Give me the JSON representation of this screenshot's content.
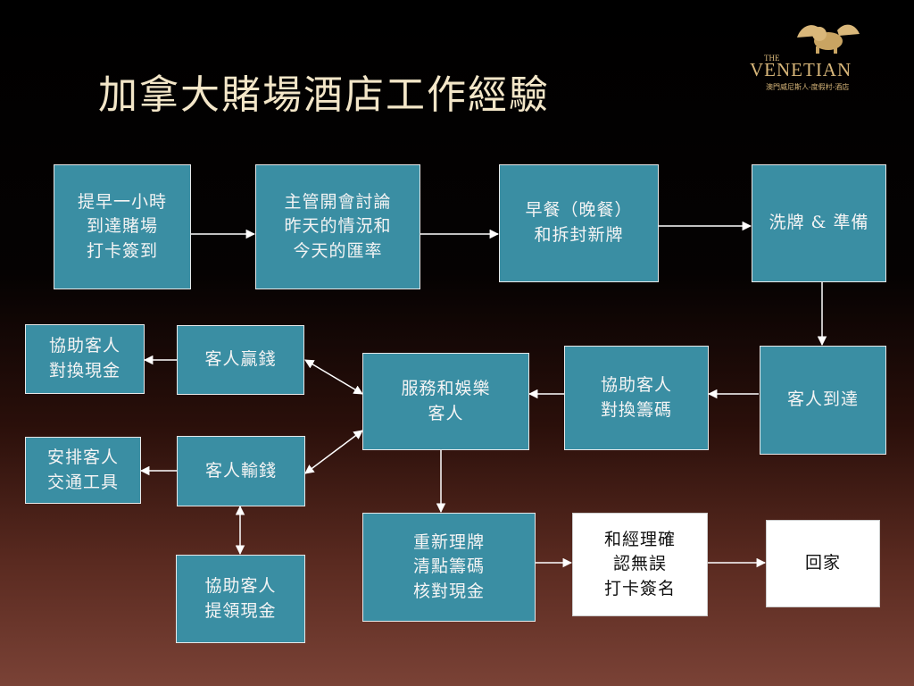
{
  "title": "加拿大賭場酒店工作經驗",
  "logo": {
    "the": "THE",
    "name": "VENETIAN",
    "subtitle": "澳門威尼斯人-度假村-酒店"
  },
  "nodes": {
    "checkin": "提早一小時\n到達賭場\n打卡簽到",
    "meeting": "主管開會討論\n昨天的情況和\n今天的匯率",
    "breakfast": "早餐（晚餐）\n和拆封新牌",
    "shuffle": "洗牌 & 準備",
    "arrive": "客人到達",
    "exchange_chips": "協助客人\n對換籌碼",
    "serve": "服務和娛樂\n客人",
    "win": "客人贏錢",
    "lose": "客人輸錢",
    "exchange_cash": "協助客人\n對換現金",
    "transport": "安排客人\n交通工具",
    "withdraw": "協助客人\n提領現金",
    "reset": "重新理牌\n清點籌碼\n核對現金",
    "confirm": "和經理確\n認無誤\n打卡簽名",
    "home": "回家"
  },
  "colors": {
    "node_fill": "#3a8ea3",
    "title": "#f3e6c8",
    "logo_gold": "#d9b77a"
  }
}
